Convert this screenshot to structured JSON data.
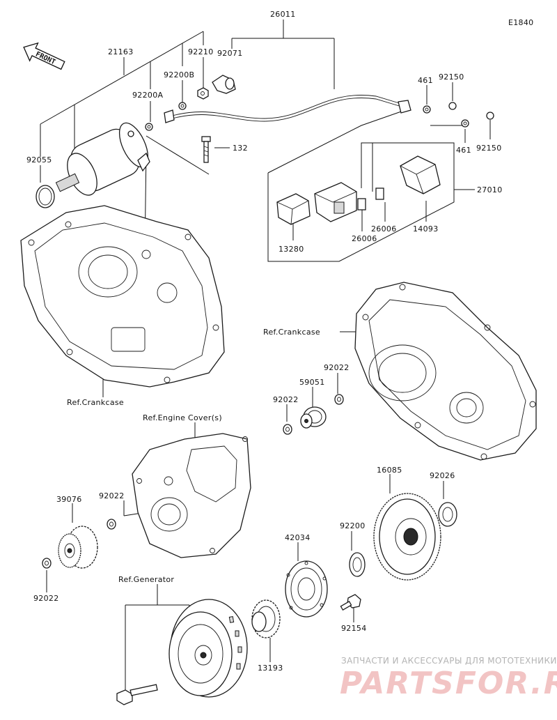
{
  "diagram_code": "E1840",
  "front_badge": "FRONT",
  "refs": {
    "crankcase_left": "Ref.Crankcase",
    "crankcase_right": "Ref.Crankcase",
    "engine_cover": "Ref.Engine Cover(s)",
    "generator": "Ref.Generator"
  },
  "labels": {
    "p26011": "26011",
    "p21163": "21163",
    "p92210": "92210",
    "p92071": "92071",
    "p92200B": "92200B",
    "p92200A": "92200A",
    "p92055": "92055",
    "p132": "132",
    "p461_top": "461",
    "p92150_top": "92150",
    "p461_bot": "461",
    "p92150_bot": "92150",
    "p27010": "27010",
    "p13280": "13280",
    "p26006_a": "26006",
    "p26006_b": "26006",
    "p14093": "14093",
    "p92022_a": "92022",
    "p59051": "59051",
    "p92022_b": "92022",
    "p16085": "16085",
    "p92026": "92026",
    "p39076": "39076",
    "p92022_c": "92022",
    "p92022_d": "92022",
    "p42034": "42034",
    "p92200": "92200",
    "p92154": "92154",
    "p13193": "13193"
  },
  "watermark": {
    "tagline": "ЗАПЧАСТИ И АКСЕССУАРЫ ДЛЯ МОТОТЕХНИКИ",
    "brand": "PARTSFOR.RU"
  }
}
